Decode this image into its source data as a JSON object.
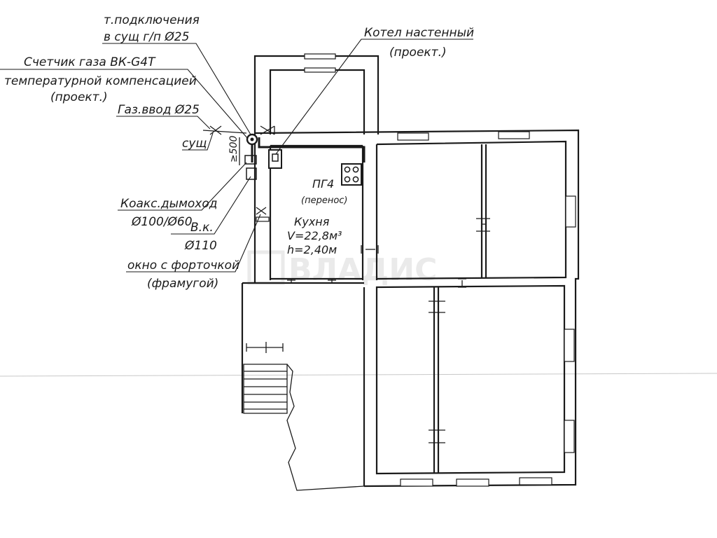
{
  "labels": {
    "connection_point_line1": "т.подключения",
    "connection_point_line2": "в сущ г/п Ø25",
    "boiler_line1": "Котел настенный",
    "boiler_line2": "(проект.)",
    "gas_meter_line1": "Счетчик газа ВК-G4Т",
    "gas_meter_line2": "температурной компенсацией",
    "gas_meter_line3": "(проект.)",
    "gas_inlet": "Газ.ввод Ø25",
    "existing": "сущ",
    "height_mark": "≥500",
    "coax_flue_line1": "Коакс.дымоход",
    "coax_flue_line2": "Ø100/Ø60",
    "ventilation_line1": "В.к.",
    "ventilation_line2": "Ø110",
    "window_line1": "окно с форточкой",
    "window_line2": "(фрамугой)",
    "stove_line1": "ПГ4",
    "stove_line2": "(перенос)",
    "kitchen_name": "Кухня",
    "kitchen_volume": "V=22,8м³",
    "kitchen_height": "h=2,40м"
  },
  "watermark": "ВЛАДИС",
  "colors": {
    "line": "#1a1a1a",
    "background": "#ffffff",
    "watermark": "#d9d9d9"
  }
}
